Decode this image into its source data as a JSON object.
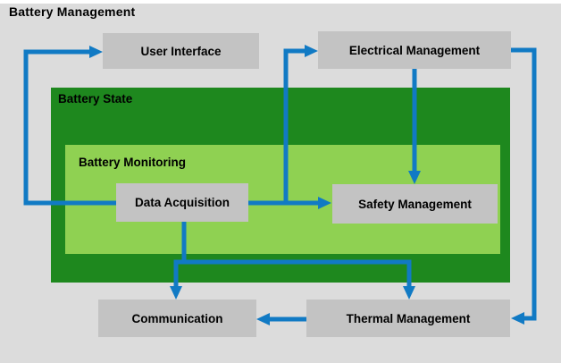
{
  "title": "Battery Management",
  "colors": {
    "bg": "#dcdcdc",
    "strip": "#ffffff",
    "box": "#c3c3c3",
    "green_dark": "#1e881e",
    "green_light": "#8fd152",
    "arrow": "#117ac4",
    "text": "#000000"
  },
  "groups": {
    "battery_state": {
      "label": "Battery State"
    },
    "battery_monitoring": {
      "label": "Battery Monitoring"
    }
  },
  "nodes": {
    "user_interface": {
      "label": "User Interface"
    },
    "electrical_management": {
      "label": "Electrical Management"
    },
    "data_acquisition": {
      "label": "Data Acquisition"
    },
    "safety_management": {
      "label": "Safety Management"
    },
    "communication": {
      "label": "Communication"
    },
    "thermal_management": {
      "label": "Thermal Management"
    }
  },
  "edges": [
    {
      "from": "data_acquisition",
      "to": "user_interface"
    },
    {
      "from": "data_acquisition",
      "to": "electrical_management"
    },
    {
      "from": "data_acquisition",
      "to": "safety_management"
    },
    {
      "from": "electrical_management",
      "to": "safety_management"
    },
    {
      "from": "electrical_management",
      "to": "thermal_management"
    },
    {
      "from": "data_acquisition",
      "to": "communication"
    },
    {
      "from": "data_acquisition",
      "to": "thermal_management"
    },
    {
      "from": "thermal_management",
      "to": "communication"
    }
  ]
}
